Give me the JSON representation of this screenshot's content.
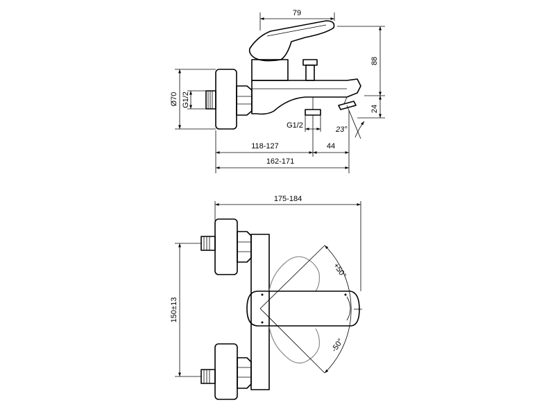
{
  "dimensions": {
    "top_width": "79",
    "top_height": "88",
    "spout_height": "24",
    "angle_top": "23°",
    "diameter": "Ø70",
    "thread_left": "G1/2",
    "thread_bottom": "G1/2",
    "span_118": "118-127",
    "span_44": "44",
    "span_162": "162-171",
    "overall_175": "175-184",
    "centers": "150±13",
    "angle_plus": "+50°",
    "angle_minus": "-50°"
  }
}
